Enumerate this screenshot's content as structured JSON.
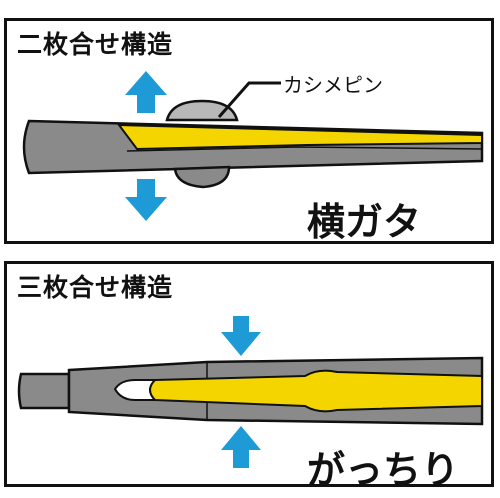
{
  "panels": [
    {
      "heading": "二枚合せ構造",
      "callout": "カシメピン",
      "result": "横ガタ"
    },
    {
      "heading": "三枚合せ構造",
      "result": "がっちり"
    }
  ],
  "colors": {
    "outline": "#111111",
    "steel": "#8a8a8a",
    "steel_light": "#b8b8b8",
    "blade": "#f4d500",
    "arrow": "#1e9bd7"
  }
}
